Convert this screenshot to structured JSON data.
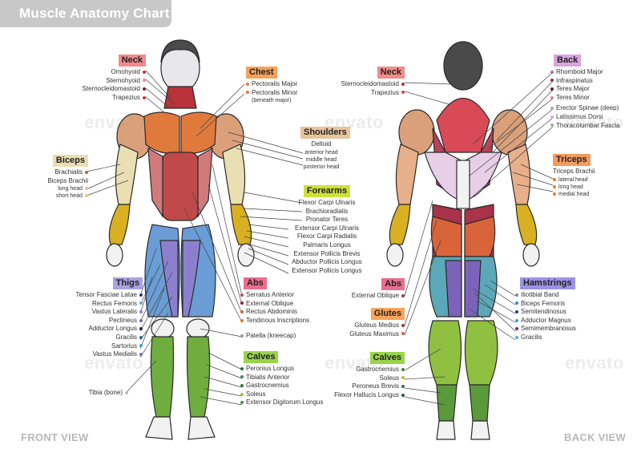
{
  "header": {
    "title": "Muscle Anatomy Chart"
  },
  "views": {
    "front_label": "FRONT VIEW",
    "back_label": "BACK VIEW"
  },
  "watermark": "envato",
  "colors": {
    "neck": "#f28b8b",
    "chest": "#f5a25d",
    "shoulders": "#e8c49a",
    "biceps": "#e9dfb2",
    "forearms": "#cfe03a",
    "thighs": "#a8a3e0",
    "abs": "#ea6d8e",
    "calves": "#9ad34b",
    "back": "#d9a3e0",
    "triceps": "#f59a5f",
    "glutes": "#f7a35a",
    "hamstrings": "#9b93e6"
  },
  "front": {
    "neck": {
      "title": "Neck",
      "items": [
        "Omohyoid",
        "Sternohyoid",
        "Sternocleidomastoid",
        "Trapezius"
      ]
    },
    "chest": {
      "title": "Chest",
      "items": [
        "Pectoralis Major",
        "Pectoralis Minor",
        "(beneath major)"
      ]
    },
    "shoulders": {
      "title": "Shoulders",
      "items": [
        "Deltoid",
        "anterior head",
        "middle head",
        "posterior head"
      ]
    },
    "biceps": {
      "title": "Biceps",
      "items": [
        "Brachialis",
        "Biceps Brachii",
        "long head",
        "short head"
      ]
    },
    "forearms": {
      "title": "Forearms",
      "items": [
        "Flexor Carpi Ulnaris",
        "Brachioradialis",
        "Pronator Teres",
        "Extensor Carpi Ulnaris",
        "Flexor Carpi Radialis",
        "Palmaris Longus",
        "Extensor Pollicis Brevis",
        "Abductor Pollicis Longus",
        "Extensor Pollicis Longus"
      ]
    },
    "thighs": {
      "title": "Thigs",
      "items": [
        "Tensor Fasciae Latae",
        "Rectus Femoris",
        "Vastus Lateralis",
        "Pectineus",
        "Adductor Longus",
        "Gracilis",
        "Sartorius",
        "Vastus Medialis"
      ]
    },
    "abs": {
      "title": "Abs",
      "items": [
        "Serratus Anterior",
        "External Oblique",
        "Rectus Abdominis",
        "Tendinous Inscriptions"
      ]
    },
    "patella": "Patella (kneecap)",
    "tibia": "Tibia (bone)",
    "calves": {
      "title": "Calves",
      "items": [
        "Peronius Longus",
        "Tibialis Anterior",
        "Gastrocnemius",
        "Soleus",
        "Extensor Digitorum Longus"
      ]
    }
  },
  "back": {
    "neck": {
      "title": "Neck",
      "items": [
        "Sternocleidomastoid",
        "Trapezius"
      ]
    },
    "back": {
      "title": "Back",
      "items": [
        "Rhomboid Major",
        "Infraspinatus",
        "Teres Major",
        "Teres Minor",
        "Erector Spinae (deep)",
        "Latissimus Dorsi",
        "Thoracolumbar Fascia"
      ]
    },
    "triceps": {
      "title": "Triceps",
      "items": [
        "Triceps Brachii",
        "lateral head",
        "long head",
        "medial head"
      ]
    },
    "abs": {
      "title": "Abs",
      "items": [
        "External Oblique"
      ]
    },
    "glutes": {
      "title": "Glutes",
      "items": [
        "Gluteus Medius",
        "Gluteus Maximus"
      ]
    },
    "hamstrings": {
      "title": "Hamstrings",
      "items": [
        "Iliotibial Band",
        "Biceps Femoris",
        "Semitendinosus",
        "Adductor Magnus",
        "Semimembranosus",
        "Gracilis"
      ]
    },
    "calves": {
      "title": "Calves",
      "items": [
        "Gastrocnemius",
        "Soleus",
        "Peroneus Brevis",
        "Flexor Hallucis Longus"
      ]
    }
  }
}
